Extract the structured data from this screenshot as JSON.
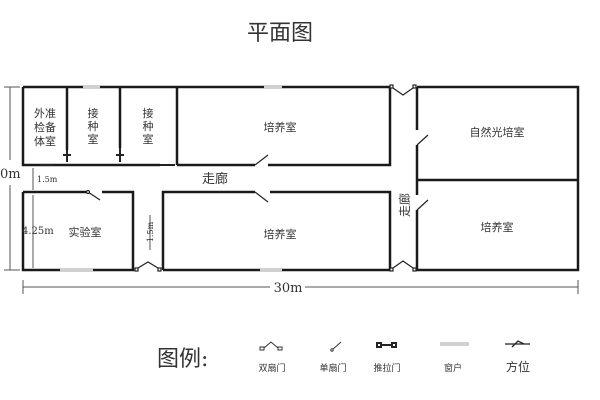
{
  "title": "平面图",
  "rooms": {
    "prep_room": [
      "外准",
      "检备",
      "体室"
    ],
    "inoculation_1": [
      "接",
      "种",
      "室"
    ],
    "inoculation_2": [
      "接",
      "种",
      "室"
    ],
    "culture_top": "培养室",
    "lab": "实验室",
    "culture_bottom": "培养室",
    "natural_light_culture": "自然光培室",
    "culture_right": "培养室",
    "corridor": "走廊",
    "corridor_vertical": "走廊"
  },
  "dimensions": {
    "height": "0m",
    "corridor_width": "1.5m",
    "lab_depth": "4.25m",
    "passage_width": "1.5m",
    "length": "30m"
  },
  "legend": {
    "title": "图例:",
    "items": [
      {
        "icon": "double-door-icon",
        "label": "双扇门"
      },
      {
        "icon": "single-door-icon",
        "label": "单扇门"
      },
      {
        "icon": "sliding-door-icon",
        "label": "推拉门"
      },
      {
        "icon": "window-icon",
        "label": "窗户"
      },
      {
        "icon": "compass-icon",
        "label": "方位"
      }
    ]
  },
  "colors": {
    "wall": "#1a1a1a",
    "window": "#d0d0d0",
    "dim": "#555555"
  }
}
